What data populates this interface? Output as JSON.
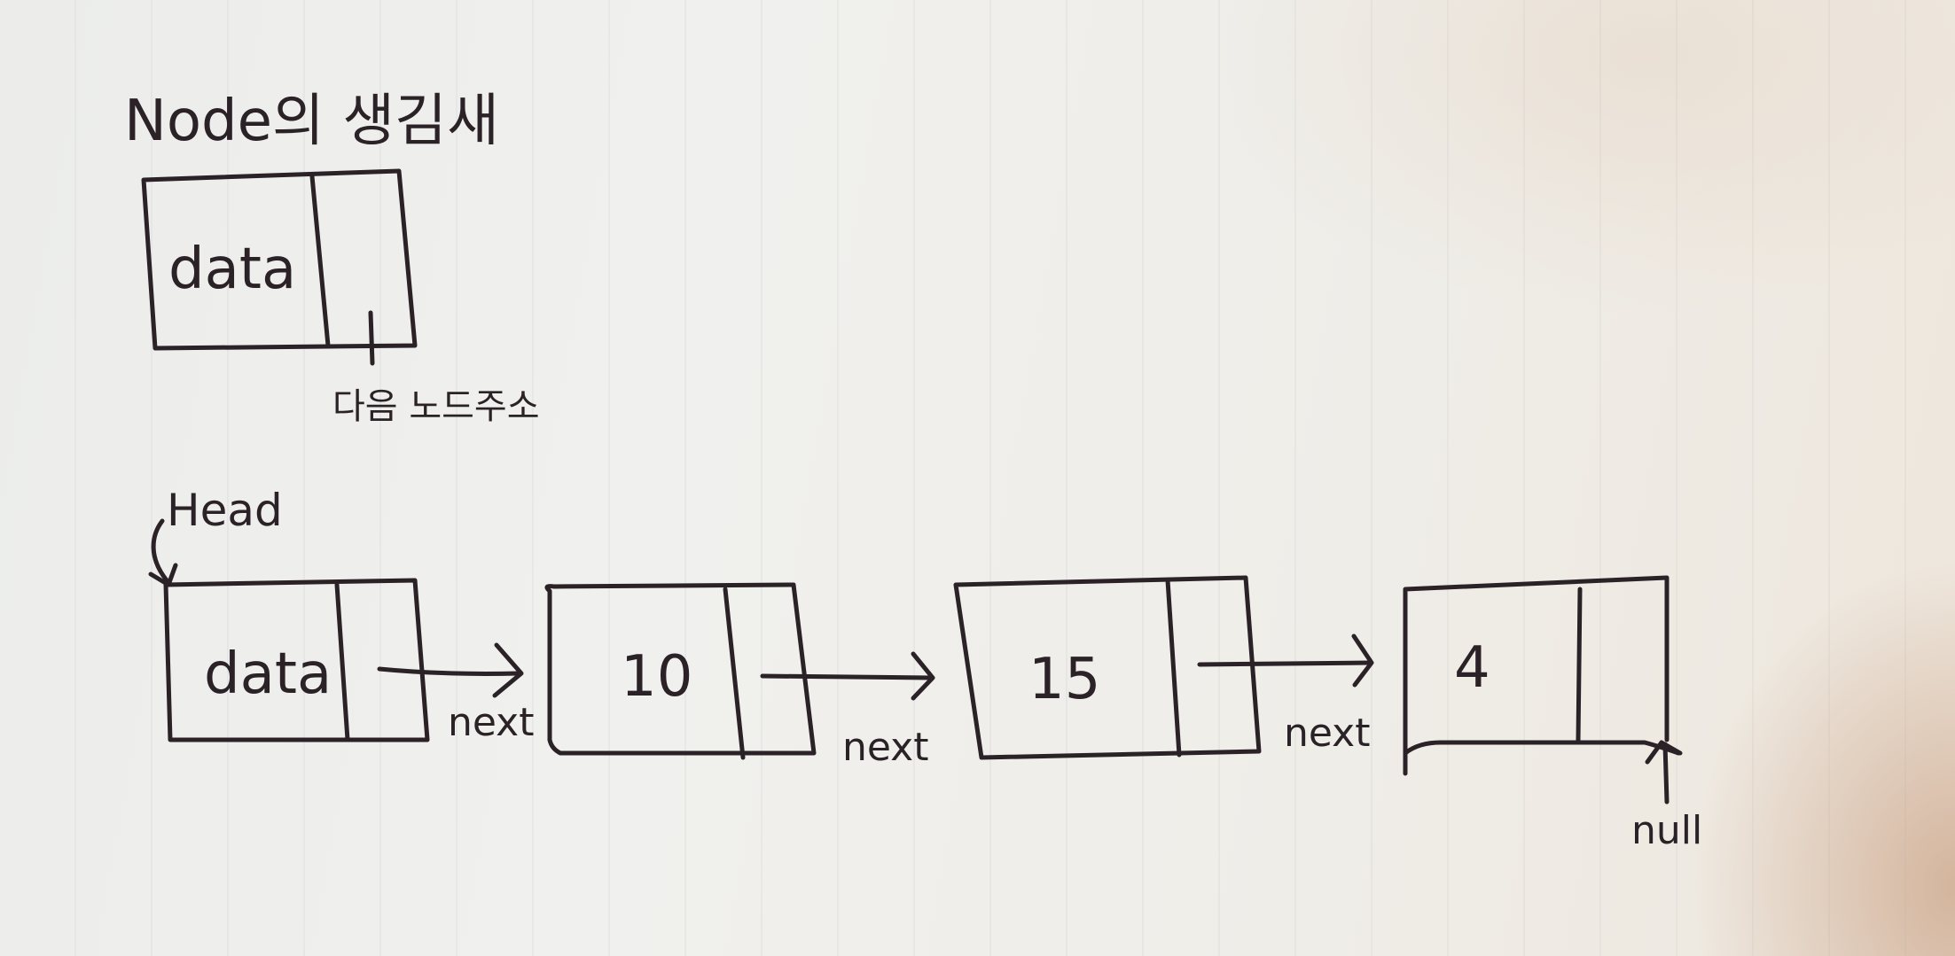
{
  "title": "Node의 생김새",
  "node_example": {
    "data_label": "data",
    "next_caption": "다음 노드주소"
  },
  "list": {
    "head_label": "Head",
    "nodes": [
      {
        "value": "data"
      },
      {
        "value": "10"
      },
      {
        "value": "15"
      },
      {
        "value": "4"
      }
    ],
    "next_labels": [
      "next",
      "next",
      "next"
    ],
    "null_label": "null"
  },
  "colors": {
    "ink": "#2b2228",
    "paper": "#efefed"
  }
}
